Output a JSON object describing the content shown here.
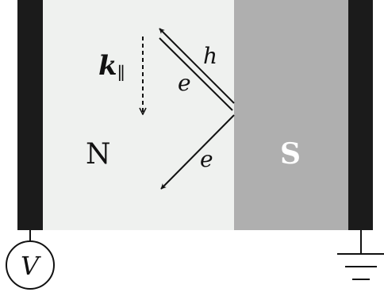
{
  "regions": {
    "normal": {
      "label": "N",
      "fill": "#eff1ef"
    },
    "superconductor": {
      "label": "S",
      "fill": "#afafaf",
      "label_color": "#ffffff"
    }
  },
  "contacts": {
    "fill": "#1b1b1b"
  },
  "labels": {
    "k_vector": "k",
    "k_subscript": "∥",
    "incident_electron": "e",
    "reflected_hole": "h",
    "transmitted_electron": "e",
    "voltage_source": "V"
  },
  "stroke_color": "#111111"
}
